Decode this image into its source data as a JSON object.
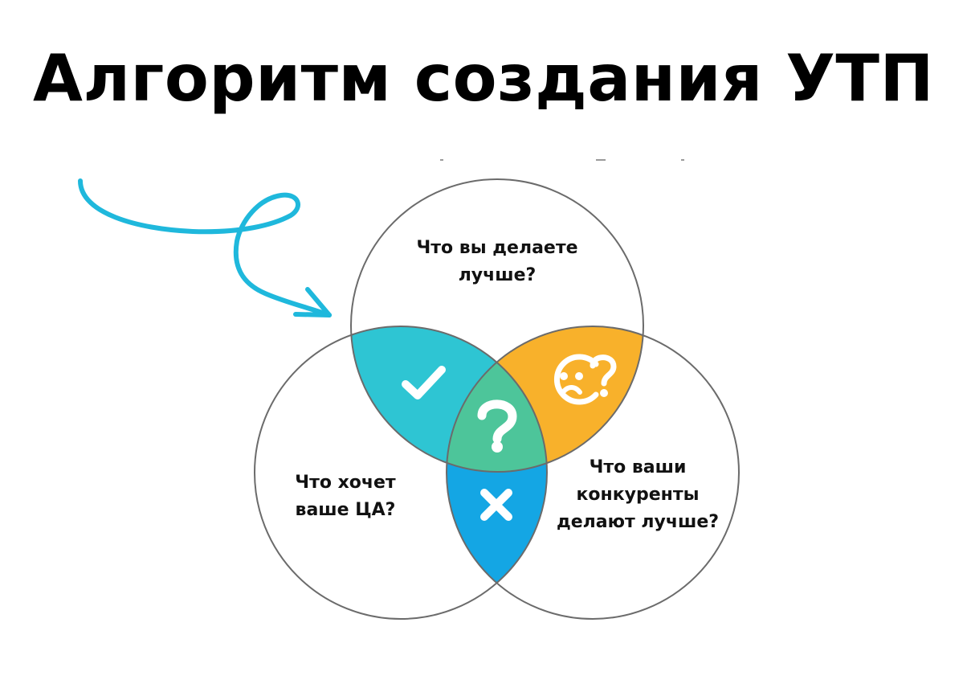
{
  "title": "Алгоритм создания УТП",
  "colors": {
    "circle_stroke": "#6b6b6b",
    "top_left_overlap": "#2ec5d3",
    "top_right_overlap": "#f8b12b",
    "center_overlap": "#4dc59a",
    "bottom_overlap": "#14a6e4",
    "arrow": "#1fb8dc",
    "icon": "#ffffff"
  },
  "circles": [
    {
      "id": "top",
      "label_lines": [
        "Что вы делаете",
        "лучше?"
      ]
    },
    {
      "id": "left",
      "label_lines": [
        "Что хочет",
        "ваше ЦА?"
      ]
    },
    {
      "id": "right",
      "label_lines": [
        "Что ваши",
        "конкуренты",
        "делают лучше?"
      ]
    }
  ],
  "overlaps": [
    {
      "id": "top-left",
      "icon": "check-icon"
    },
    {
      "id": "top-right",
      "icon": "confused-face-question-icon"
    },
    {
      "id": "center",
      "icon": "question-mark-icon"
    },
    {
      "id": "left-right",
      "icon": "cross-icon"
    }
  ],
  "decorations": {
    "arrow": "curly-arrow-pointing-to-diagram"
  }
}
